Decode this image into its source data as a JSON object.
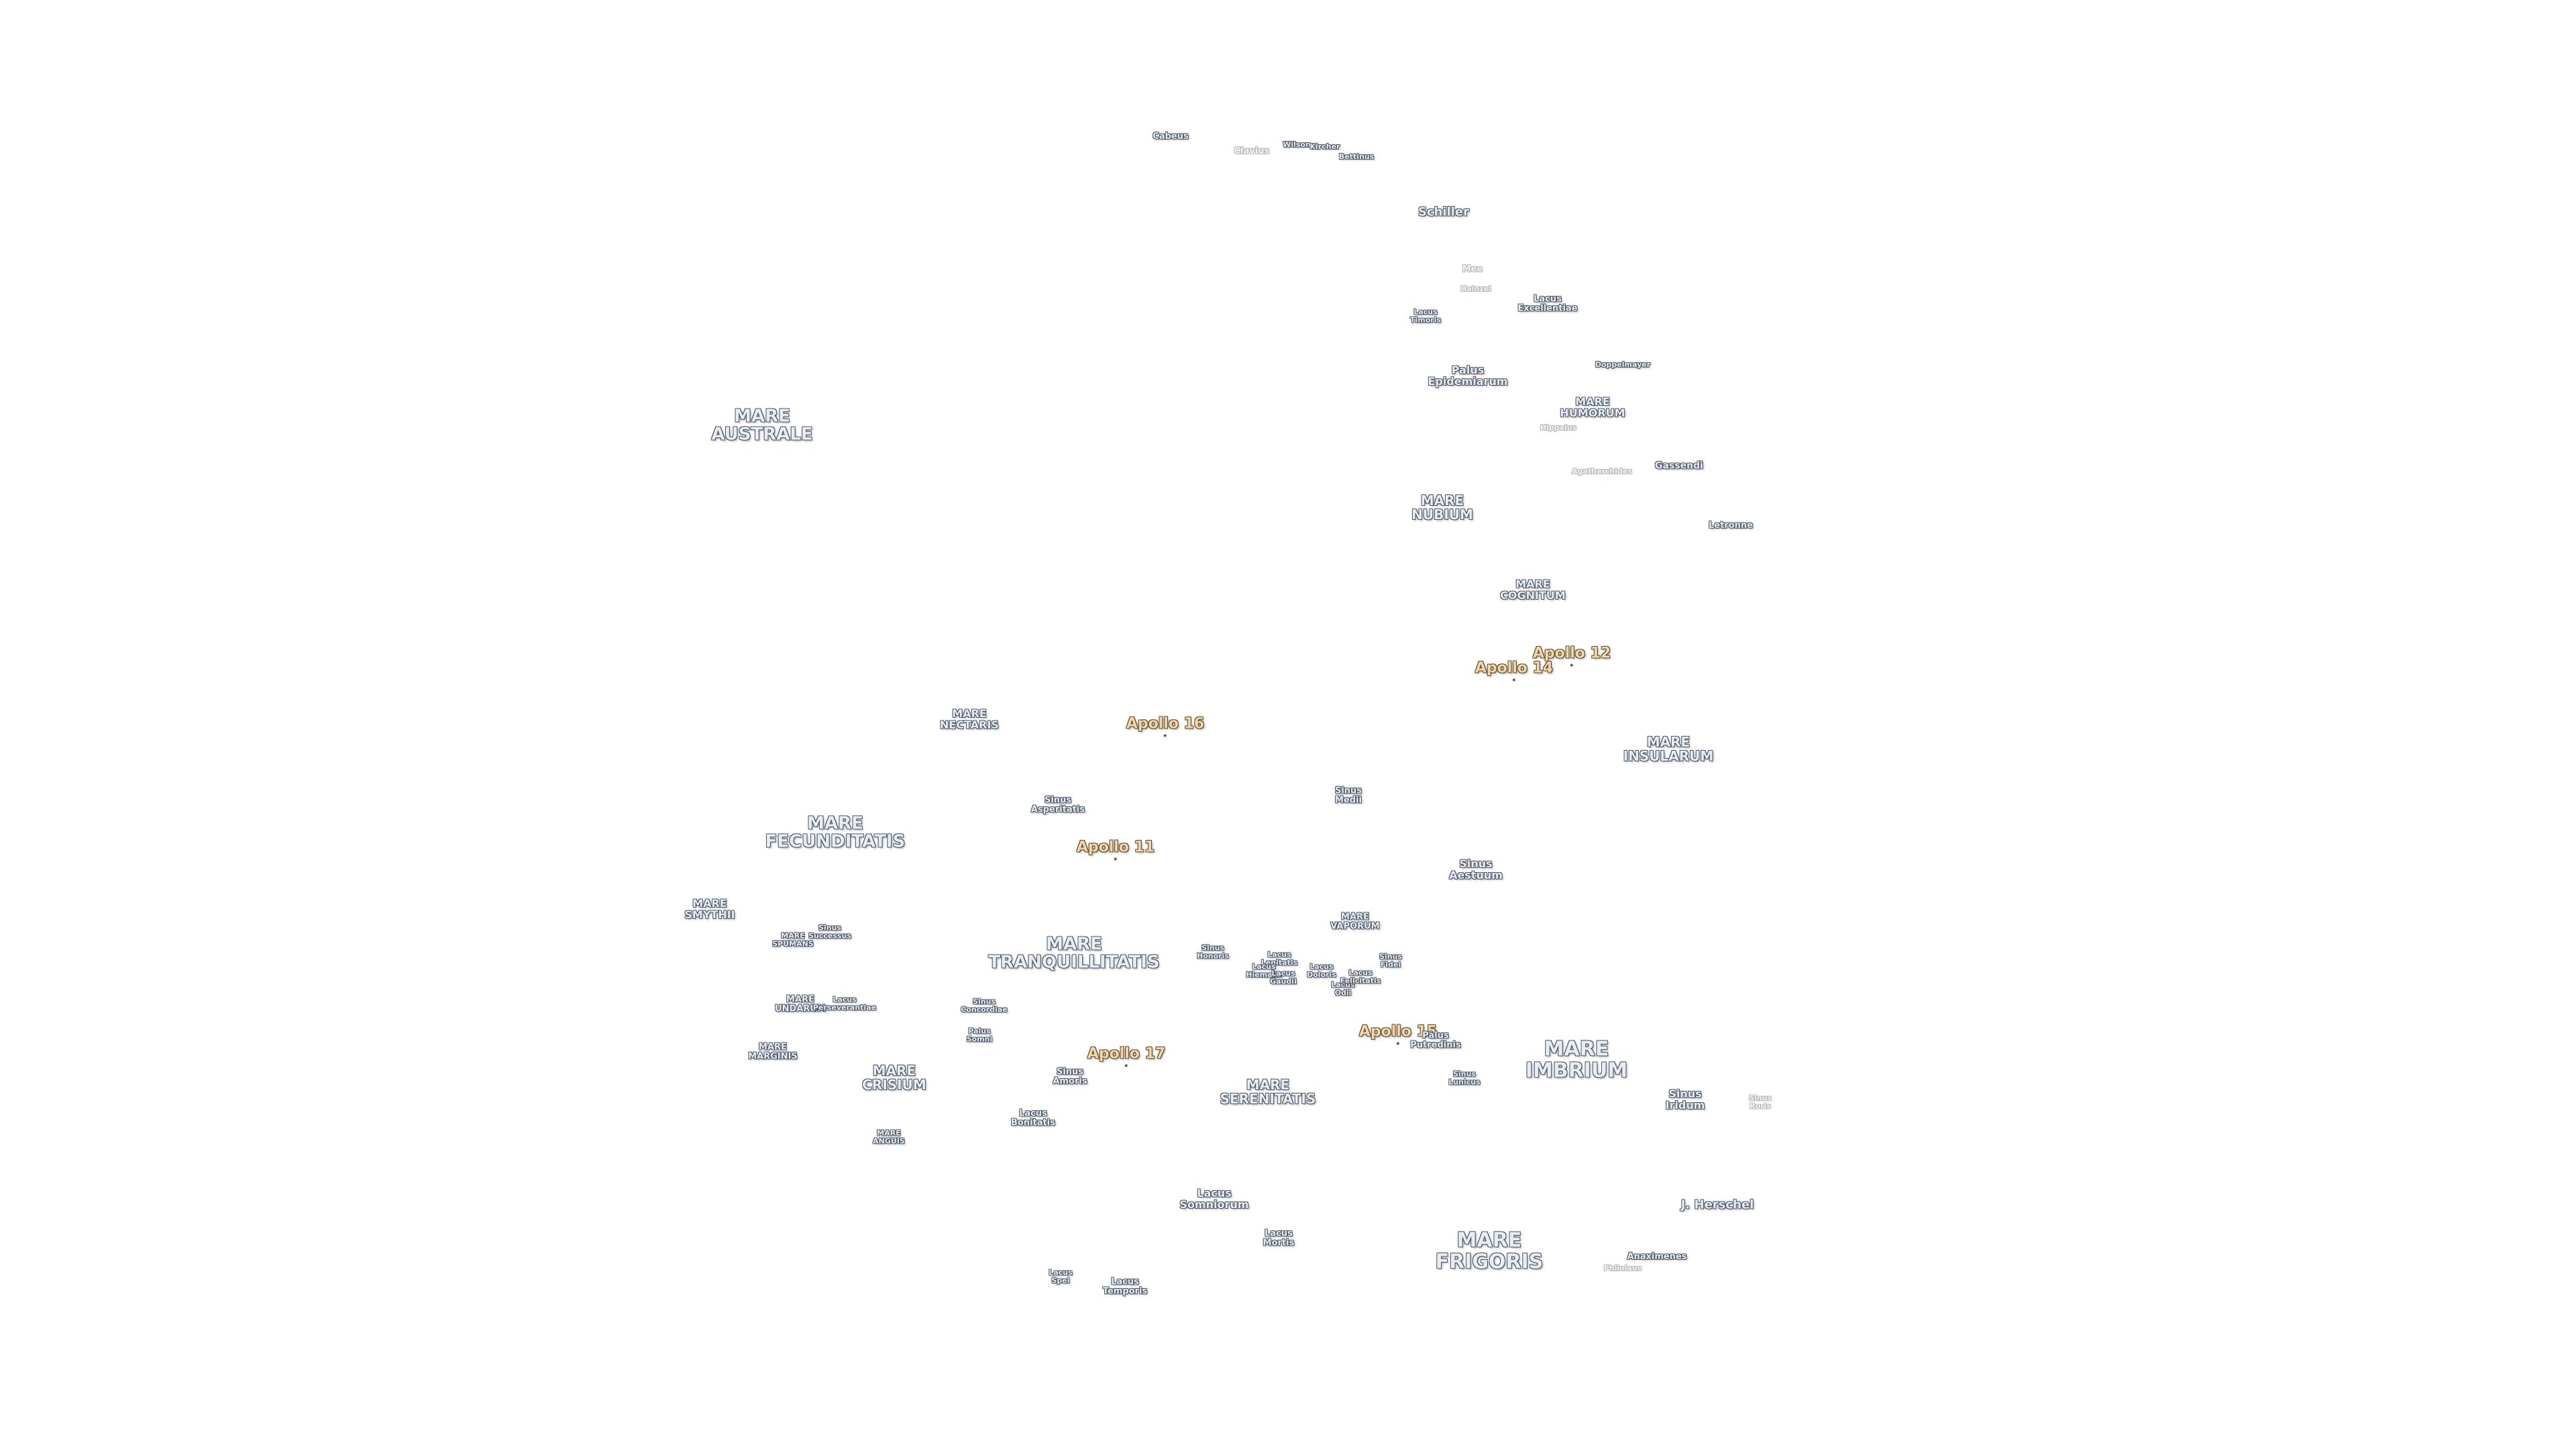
{
  "labels": {
    "mare_australe": "MARE\nAUSTRALE",
    "mare_nubium": "MARE\nNUBIUM",
    "mare_humorum": "MARE\nHUMORUM",
    "mare_cognitum": "MARE\nCOGNITUM",
    "mare_insularum": "MARE\nINSULARUM",
    "mare_nectaris": "MARE\nNECTARIS",
    "mare_fecunditatis": "MARE\nFECUNDITATIS",
    "mare_smythii": "MARE\nSMYTHII",
    "mare_spumans": "MARE\nSPUMANS",
    "mare_undarum": "MARE\nUNDARUM",
    "mare_marginis": "MARE\nMARGINIS",
    "mare_crisium": "MARE\nCRISIUM",
    "mare_anguis": "MARE\nANGUIS",
    "mare_tranquillitatis": "MARE\nTRANQUILLITATIS",
    "mare_vaporum": "MARE\nVAPORUM",
    "mare_serenitatis": "MARE\nSERENITATIS",
    "mare_imbrium": "MARE\nIMBRIUM",
    "mare_frigoris": "MARE\nFRIGORIS",
    "schiller": "Schiller",
    "cabeus": "Cabeus",
    "clavius": "Clavius",
    "wilson": "Wilson",
    "kircher": "Kircher",
    "bettinus": "Bettinus",
    "mee": "Mee",
    "hainzel": "Hainzel",
    "lacus_timoris": "Lacus\nTimoris",
    "lacus_excellentiae": "Lacus\nExcellentiae",
    "palus_epidemiarum": "Palus\nEpidemiarum",
    "doppelmayer": "Doppelmayer",
    "hippalus": "Hippalus",
    "agatharchides": "Agatharchides",
    "gassendi": "Gassendi",
    "letronne": "Letronne",
    "apollo_12": "Apollo 12",
    "apollo_14": "Apollo 14",
    "apollo_16": "Apollo 16",
    "apollo_11": "Apollo 11",
    "apollo_17": "Apollo 17",
    "apollo_15": "Apollo 15",
    "sinus_asperitatis": "Sinus\nAsperitatis",
    "sinus_medii": "Sinus\nMedii",
    "sinus_aestuum": "Sinus\nAestuum",
    "sinus_successus": "Sinus\nSuccessus",
    "lacus_perseverantiae": "Lacus\nPerseverantiae",
    "sinus_concordiae": "Sinus\nConcordiae",
    "palus_somni": "Palus\nSomni",
    "sinus_amoris": "Sinus\nAmoris",
    "lacus_bonitatis": "Lacus\nBonitatis",
    "sinus_honoris": "Sinus\nHonoris",
    "lacus_lenitatis": "Lacus\nLenitatis",
    "lacus_hiemalis": "Lacus\nHiemalis",
    "lacus_gaudii": "Lacus\nGaudii",
    "lacus_doloris": "Lacus\nDoloris",
    "lacus_odii": "Lacus\nOdii",
    "lacus_felicitatis": "Lacus\nFelicitatis",
    "sinus_fidei": "Sinus\nFidei",
    "palus_putredinis": "Palus\nPutredinis",
    "sinus_lunicus": "Sinus\nLunicus",
    "sinus_iridum": "Sinus\nIridum",
    "sinus_roris": "Sinus\nRoris",
    "lacus_somniorum": "Lacus\nSomniorum",
    "lacus_mortis": "Lacus\nMortis",
    "lacus_spei": "Lacus\nSpei",
    "lacus_temporis": "Lacus\nTemporis",
    "j_herschel": "J. Herschel",
    "anaximenes": "Anaximenes",
    "philolaus": "Philolaus"
  }
}
